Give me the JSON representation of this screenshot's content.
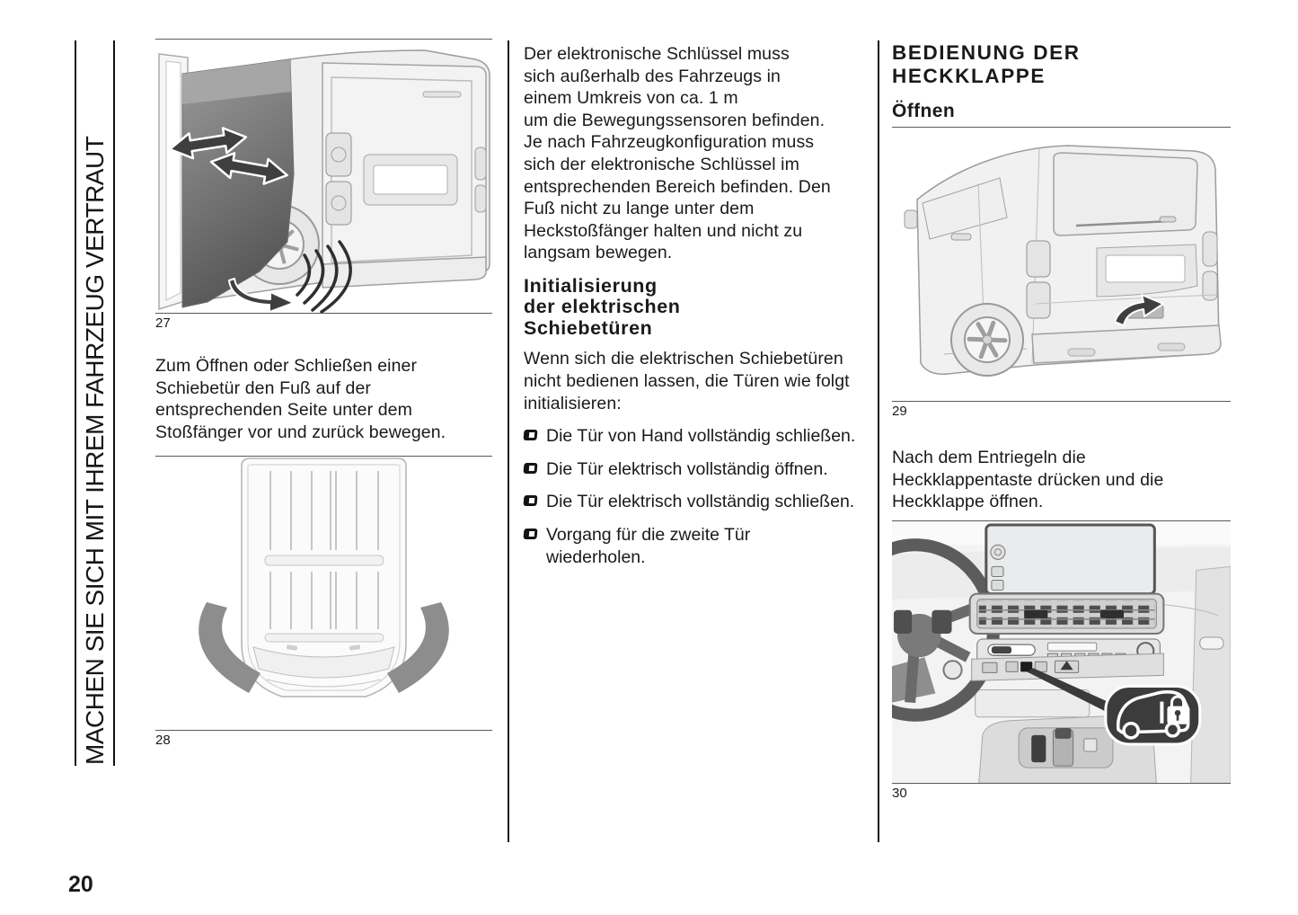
{
  "page": {
    "number": "20"
  },
  "sidebar": {
    "label": "MACHEN SIE SICH MIT IHREM FAHRZEUG VERTRAUT"
  },
  "colors": {
    "text": "#1a1a1a",
    "figure_line": "#9a9a9a",
    "figure_dark": "#3f3f3f",
    "callout_bg": "#3c3c3c"
  },
  "col1": {
    "fig27": {
      "caption": "27"
    },
    "para": "Zum Öffnen oder Schließen einer\nSchiebetür den Fuß auf der\nentsprechenden Seite unter dem\nStoßfänger vor und zurück bewegen.",
    "fig28": {
      "caption": "28"
    }
  },
  "col2": {
    "para1": "Der elektronische Schlüssel muss\nsich außerhalb des Fahrzeugs in\neinem Umkreis von ca. 1 m\num die Bewegungssensoren befinden.\nJe nach Fahrzeugkonfiguration muss\nsich der elektronische Schlüssel im\nentsprechenden Bereich befinden. Den\nFuß nicht zu lange unter dem\nHeckstoßfänger halten und nicht zu\nlangsam bewegen.",
    "heading": "Initialisierung\nder elektrischen\nSchiebetüren",
    "para2": "Wenn sich die elektrischen Schiebetüren\nnicht bedienen lassen, die Türen wie folgt\ninitialisieren:",
    "bullets": [
      "Die Tür von Hand vollständig schließen.",
      "Die Tür elektrisch vollständig öffnen.",
      "Die Tür elektrisch vollständig schließen.",
      "Vorgang für die zweite Tür\nwiederholen."
    ]
  },
  "col3": {
    "heading": "BEDIENUNG DER\nHECKKLAPPE",
    "subheading": "Öffnen",
    "fig29": {
      "caption": "29"
    },
    "para": "Nach dem Entriegeln die\nHeckklappentaste drücken und die\nHeckklappe öffnen.",
    "fig30": {
      "caption": "30"
    }
  }
}
